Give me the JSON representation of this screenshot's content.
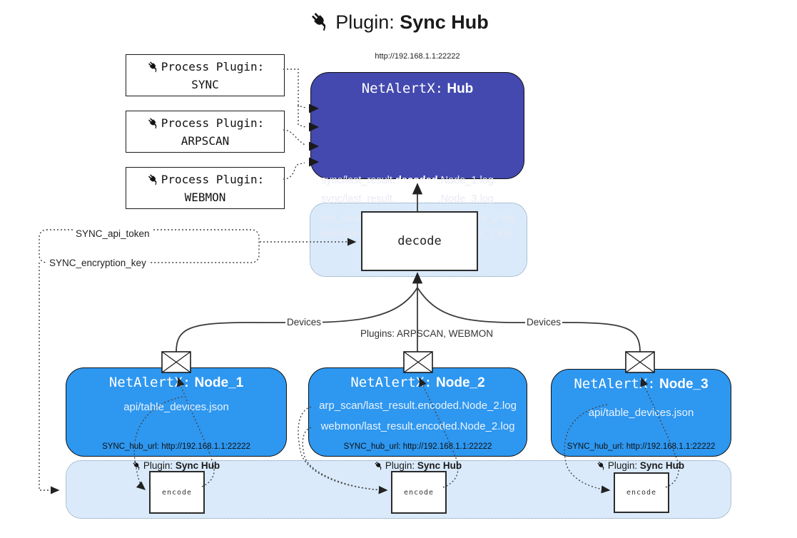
{
  "title": {
    "prefix": "Plugin:",
    "name": "Sync Hub"
  },
  "process_plugins": [
    {
      "label": "Process Plugin:",
      "name": "SYNC"
    },
    {
      "label": "Process Plugin:",
      "name": "ARPSCAN"
    },
    {
      "label": "Process Plugin:",
      "name": "WEBMON"
    }
  ],
  "hub": {
    "url": "http://192.168.1.1:22222",
    "name_prefix": "NetAlertX:",
    "name": "Hub",
    "items": [
      {
        "pre": "sync/last_result.",
        "mid": "decoded",
        "post": ".Node_1.log"
      },
      {
        "pre": "sync/last_result.",
        "mid": "decoded",
        "post": ".Node_3.log"
      },
      {
        "pre": "arp_scan/last_result.",
        "mid": "decoded",
        "post": ".Node_2.log"
      },
      {
        "pre": "webmon/last_result.",
        "mid": "decoded",
        "post": ".Node_2.log"
      }
    ]
  },
  "decode": {
    "label": "decode"
  },
  "settings": {
    "api_token": "SYNC_api_token",
    "encryption_key": "SYNC_encryption_key"
  },
  "edge_labels": {
    "devices_left": "Devices",
    "plugins_center": "Plugins: ARPSCAN, WEBMON",
    "devices_right": "Devices"
  },
  "nodes": [
    {
      "name_prefix": "NetAlertX:",
      "name": "Node_1",
      "items": [
        "api/table_devices.json"
      ],
      "hub_url": "SYNC_hub_url: http://192.168.1.1:22222"
    },
    {
      "name_prefix": "NetAlertX:",
      "name": "Node_2",
      "items": [
        "arp_scan/last_result.encoded.Node_2.log",
        "webmon/last_result.encoded.Node_2.log"
      ],
      "hub_url": "SYNC_hub_url: http://192.168.1.1:22222"
    },
    {
      "name_prefix": "NetAlertX:",
      "name": "Node_3",
      "items": [
        "api/table_devices.json"
      ],
      "hub_url": "SYNC_hub_url: http://192.168.1.1:22222"
    }
  ],
  "encoders": [
    {
      "plugin_prefix": "Plugin:",
      "plugin_name": "Sync Hub",
      "label": "encode"
    },
    {
      "plugin_prefix": "Plugin:",
      "plugin_name": "Sync Hub",
      "label": "encode"
    },
    {
      "plugin_prefix": "Plugin:",
      "plugin_name": "Sync Hub",
      "label": "encode"
    }
  ],
  "colors": {
    "hub_fill": "#4349ae",
    "node_fill": "#2e97f0",
    "container_fill": "#daeafa",
    "container_border": "#7d96ad",
    "line": "#333333"
  }
}
